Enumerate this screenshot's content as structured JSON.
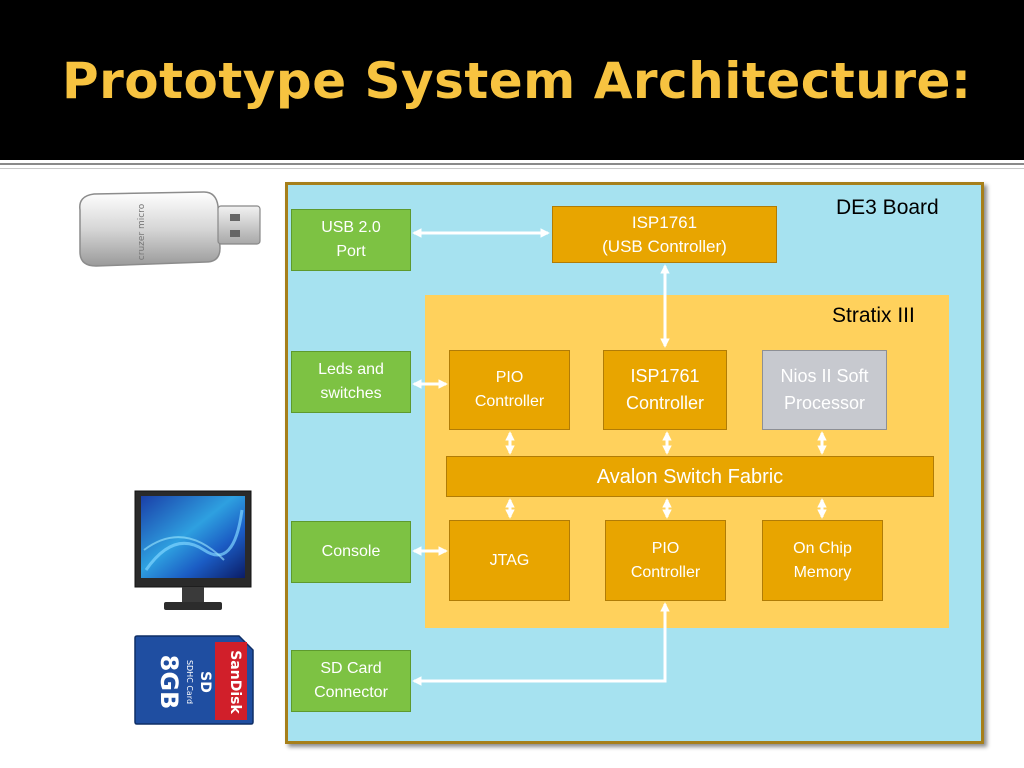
{
  "slide": {
    "title": "Prototype System Architecture:"
  },
  "diagram": {
    "board_label": "DE3 Board",
    "fpga_label": "Stratix III",
    "blocks": {
      "usb_port": "USB 2.0\nPort",
      "leds_switches": "Leds and\nswitches",
      "console": "Console",
      "sd_connector": "SD Card\nConnector",
      "isp1761_usb": "ISP1761\n(USB Controller)",
      "pio_controller_top": "PIO\nController",
      "isp1761_controller": "ISP1761\nController",
      "nios_processor": "Nios II Soft\nProcessor",
      "avalon_fabric": "Avalon Switch Fabric",
      "jtag": "JTAG",
      "pio_controller_bottom": "PIO\nController",
      "on_chip_memory": "On Chip\nMemory"
    },
    "colors": {
      "board_bg": "#a6e2f0",
      "fpga_bg": "#ffd15c",
      "external_block": "#7dc243",
      "internal_block": "#e8a500",
      "processor_block": "#c7c9cf",
      "title": "#f7c340"
    }
  },
  "peripherals": {
    "usb_stick_text": "cruzer micro",
    "sd_card_brand": "SanDisk",
    "sd_card_capacity": "8GB",
    "sd_card_type": "SDHC Card"
  }
}
